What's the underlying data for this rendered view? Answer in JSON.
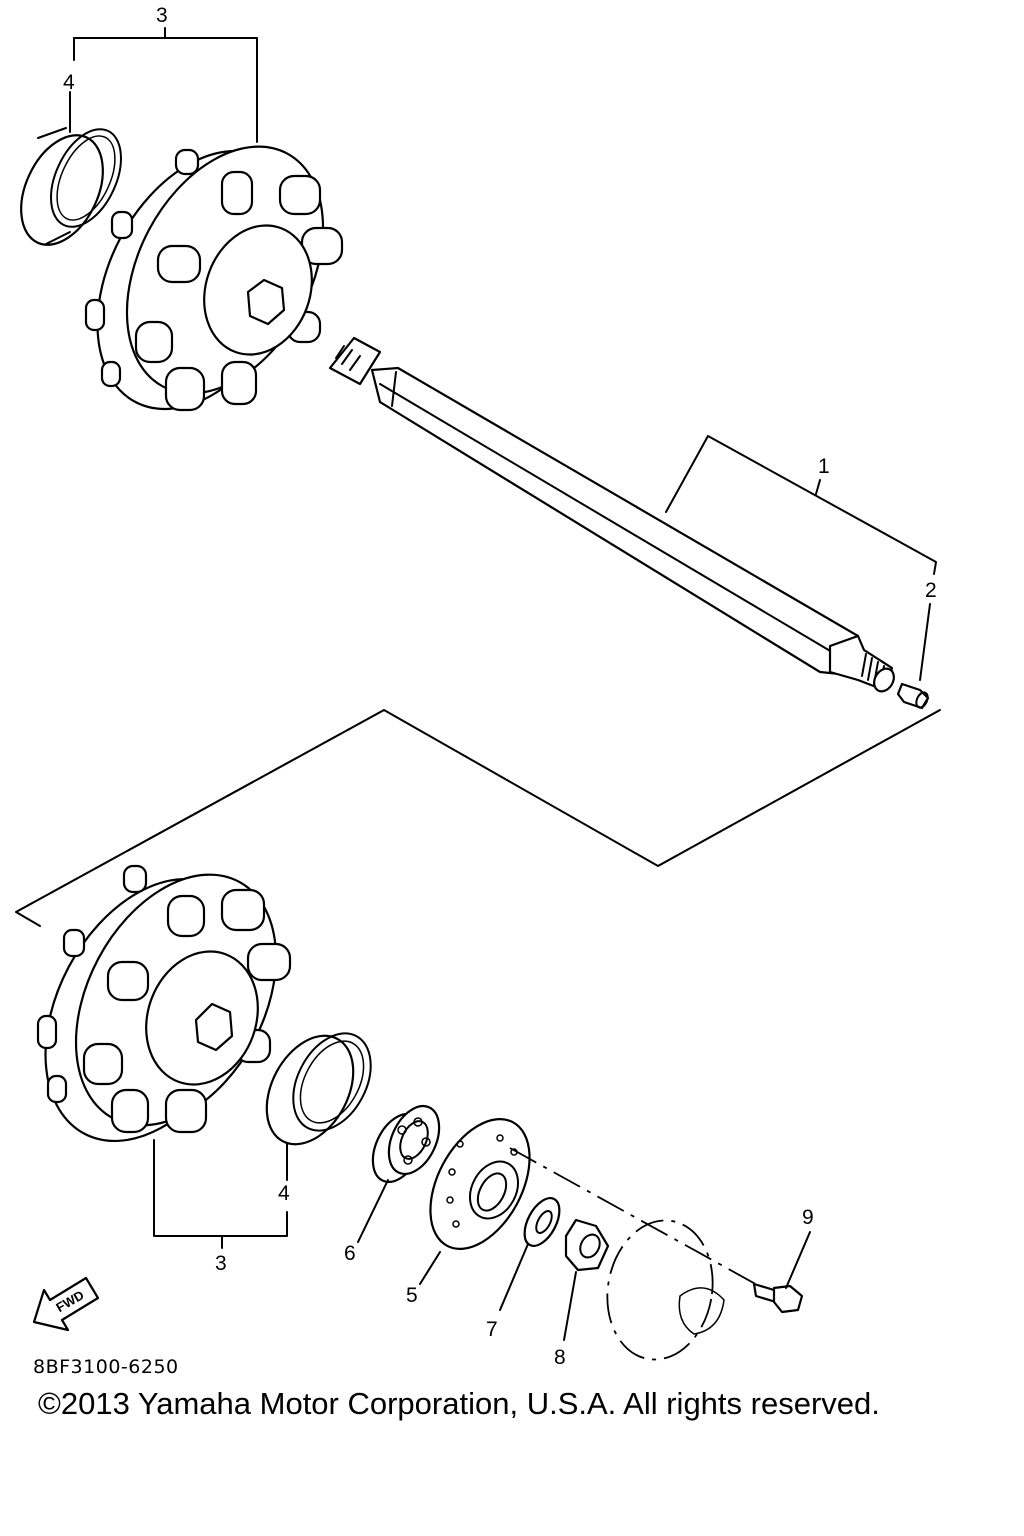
{
  "diagram": {
    "callouts": {
      "c1": "1",
      "c2": "2",
      "c3_top": "3",
      "c4_top": "4",
      "c3_bottom": "3",
      "c4_bottom": "4",
      "c5": "5",
      "c6": "6",
      "c7": "7",
      "c8": "8",
      "c9": "9"
    },
    "fwd_label": "FWD",
    "drawing_code": "8BF3100-6250",
    "copyright": "©2013 Yamaha Motor Corporation, U.S.A. All rights reserved."
  }
}
